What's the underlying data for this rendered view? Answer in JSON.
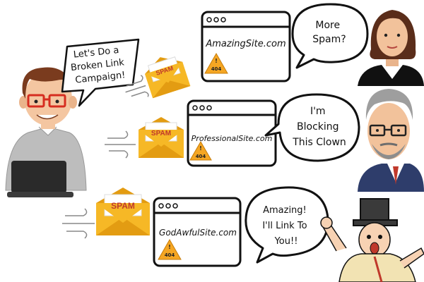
{
  "speech": {
    "blogger": [
      "Let's Do a",
      "Broken Link",
      "Campaign!"
    ],
    "woman": [
      "More",
      "Spam?"
    ],
    "oldman": [
      "I'm",
      "Blocking",
      "This Clown"
    ],
    "crazy": [
      "Amazing!",
      "I'll Link To",
      "You!!"
    ]
  },
  "envelopes": {
    "spam_label": "SPAM"
  },
  "windows": [
    {
      "site": "AmazingSite.com",
      "error": "404"
    },
    {
      "site": "ProfessionalSite.com",
      "error": "404"
    },
    {
      "site": "GodAwfulSite.com",
      "error": "404"
    }
  ],
  "colors": {
    "envelope": "#f6b826",
    "envelope_dark": "#e39c12",
    "warning": "#f5a623",
    "skin": "#f4c6a1",
    "outline": "#111111"
  }
}
